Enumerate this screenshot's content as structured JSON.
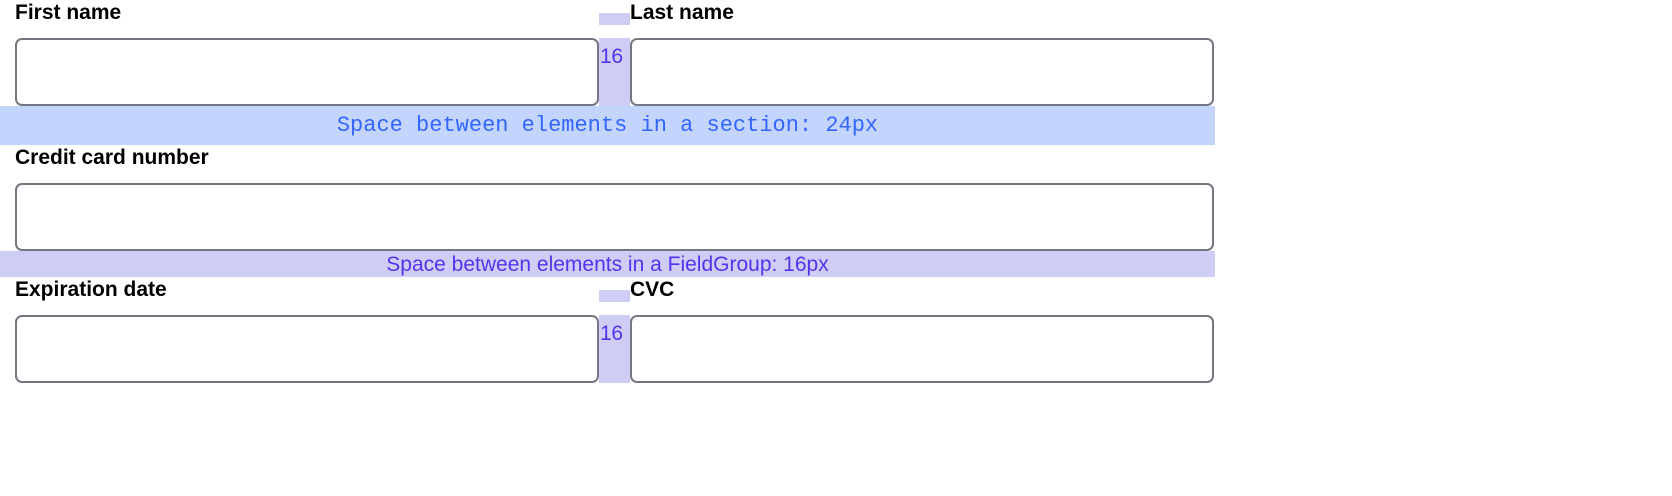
{
  "form": {
    "rows": [
      {
        "id": "name-row",
        "left": {
          "label": "First name",
          "value": "",
          "placeholder": ""
        },
        "gutter": {
          "value": "16"
        },
        "right": {
          "label": "Last name",
          "value": "",
          "placeholder": ""
        }
      },
      {
        "id": "card-row",
        "left": {
          "label": "Credit card number",
          "value": "",
          "placeholder": ""
        },
        "gutter": null,
        "right": null
      },
      {
        "id": "expiry-row",
        "left": {
          "label": "Expiration date",
          "value": "",
          "placeholder": ""
        },
        "gutter": {
          "value": "16"
        },
        "right": {
          "label": "CVC",
          "value": "",
          "placeholder": ""
        }
      }
    ]
  },
  "annotations": {
    "section_space": {
      "text": "Space between elements in a section: 24px",
      "background": "#c3d4fd",
      "color": "#3366ff"
    },
    "fieldgroup_space": {
      "text": "Space between elements in a FieldGroup: 16px",
      "background": "#cdcdf5",
      "color": "#5533ee"
    },
    "gutter": {
      "background": "#cdcdf5",
      "color": "#5533ee"
    }
  },
  "colors": {
    "input_border": "#767680",
    "input_background": "#ffffff",
    "label_text": "#000000",
    "page_background": "#ffffff"
  }
}
